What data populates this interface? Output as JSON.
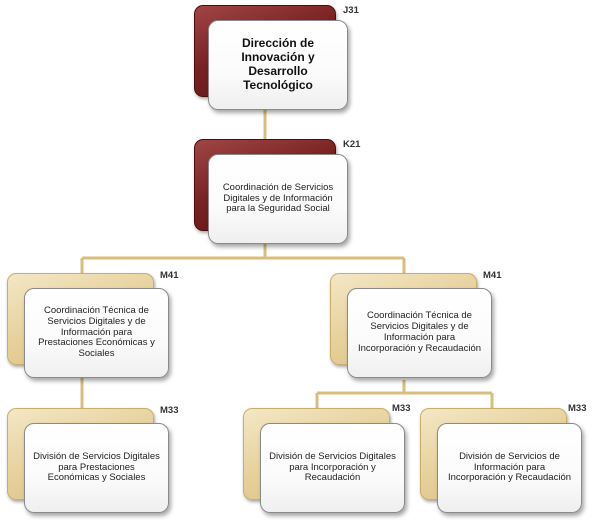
{
  "colors": {
    "connector": "#d9bd7c",
    "dark_back": "#7a2222",
    "light_back": "#e6d09a"
  },
  "nodes": [
    {
      "id": "j31",
      "code": "J31",
      "label": "Dirección de Innovación y Desarrollo Tecnológico"
    },
    {
      "id": "k21",
      "code": "K21",
      "label": "Coordinación de Servicios Digitales y de Información para la Seguridad Social"
    },
    {
      "id": "m41a",
      "code": "M41",
      "label": "Coordinación Técnica de Servicios Digitales y de Información para Prestaciones Económicas y Sociales"
    },
    {
      "id": "m41b",
      "code": "M41",
      "label": "Coordinación Técnica de Servicios Digitales y de Información para Incorporación y Recaudación"
    },
    {
      "id": "m33a",
      "code": "M33",
      "label": "División de Servicios Digitales para Prestaciones Económicas y Sociales"
    },
    {
      "id": "m33b",
      "code": "M33",
      "label": "División de Servicios Digitales para Incorporación y Recaudación"
    },
    {
      "id": "m33c",
      "code": "M33",
      "label": "División de Servicios de Información para Incorporación y Recaudación"
    }
  ]
}
